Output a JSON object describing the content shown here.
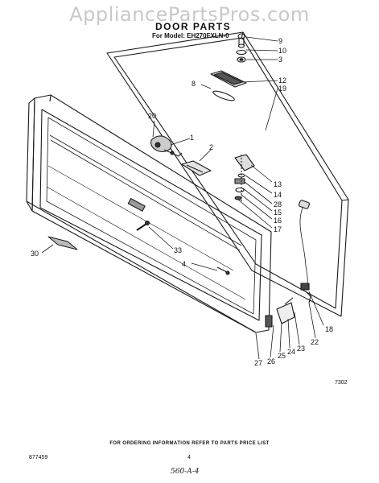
{
  "watermark": "AppliancePartsPros.com",
  "header": {
    "title": "DOOR PARTS",
    "model": "For Model: EH270FXLN-0"
  },
  "callouts": [
    "9",
    "10",
    "3",
    "8",
    "12",
    "19",
    "20",
    "1",
    "2",
    "13",
    "14",
    "28",
    "15",
    "16",
    "17",
    "30",
    "33",
    "4",
    "18",
    "22",
    "23",
    "24",
    "25",
    "26",
    "27"
  ],
  "footer": {
    "ordering": "FOR ORDERING INFORMATION REFER TO PARTS PRICE LIST",
    "doc_number": "877459",
    "page": "4",
    "handwritten": "560-A-4",
    "figure_code": "7302"
  }
}
